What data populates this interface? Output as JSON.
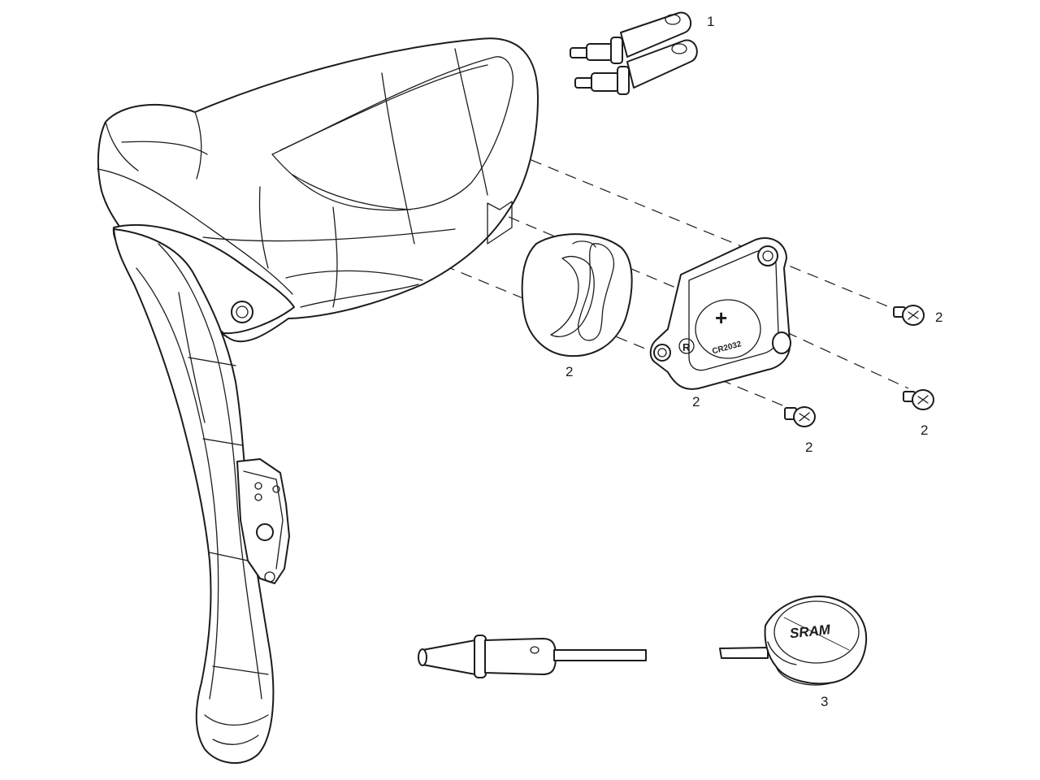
{
  "callouts": {
    "c1": "1",
    "c2a": "2",
    "c2b": "2",
    "c2c": "2",
    "c2d": "2",
    "c2e": "2",
    "c3": "3"
  },
  "part_markings": {
    "cover_r": "R",
    "cover_battery": "CR2032",
    "cover_plus": "+",
    "cap_brand": "SRAM"
  },
  "colors": {
    "line": "#1c1c1c",
    "background": "#ffffff"
  }
}
